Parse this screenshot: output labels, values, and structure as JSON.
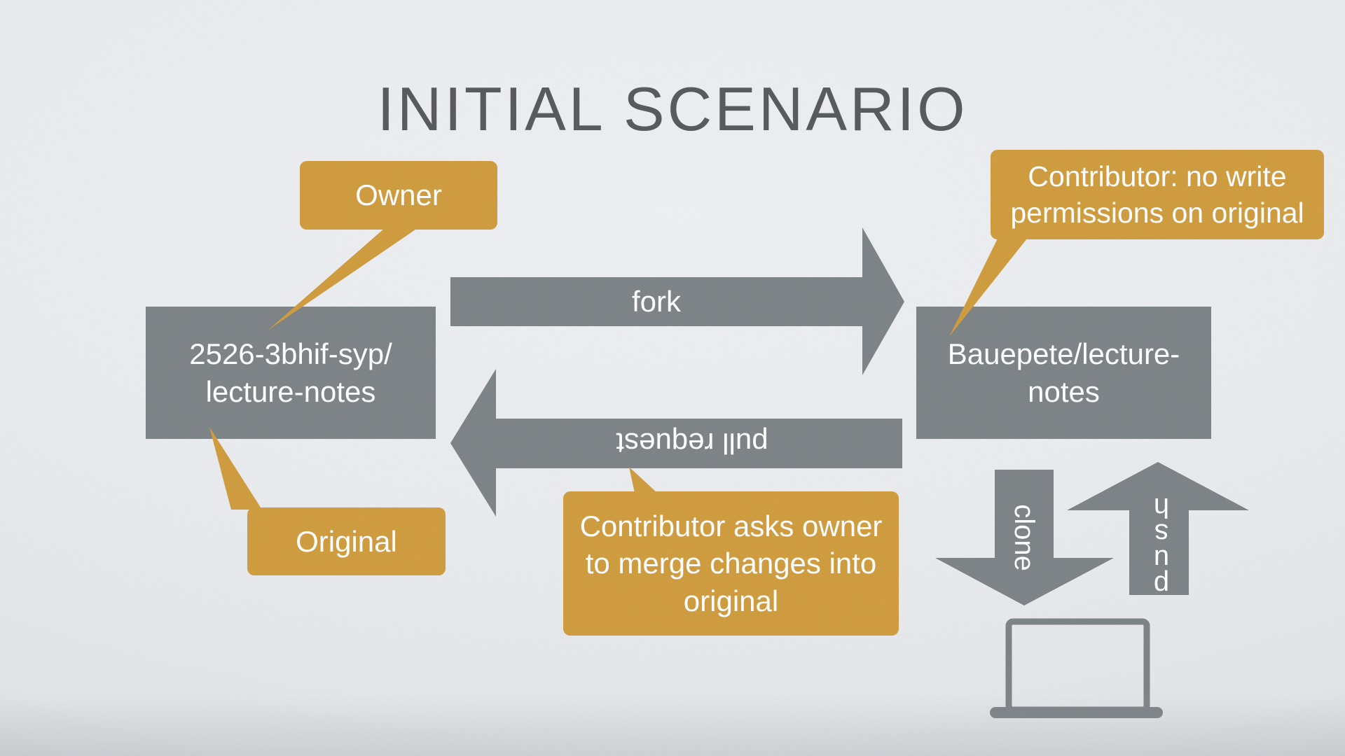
{
  "slide": {
    "title": "INITIAL SCENARIO",
    "left_repo": {
      "line1": "2526-3bhif-syp/",
      "line2": "lecture-notes"
    },
    "right_repo": {
      "line1": "Bauepete/lecture-",
      "line2": "notes"
    },
    "callouts": {
      "owner": "Owner",
      "original": "Original",
      "contributor": {
        "line1": "Contributor: no write",
        "line2": "permissions on original"
      },
      "merge_note": {
        "line1": "Contributor asks owner",
        "line2": "to merge changes into",
        "line3": "original"
      }
    },
    "arrow_labels": {
      "fork": "fork",
      "pull_request": "pull request",
      "clone": "clone",
      "push": "push"
    },
    "colors": {
      "gray": "#7c8285",
      "gold": "#cf9b3d",
      "title": "#57585a",
      "text_on_shapes": "#ffffff",
      "background": "#e8eaed"
    }
  }
}
